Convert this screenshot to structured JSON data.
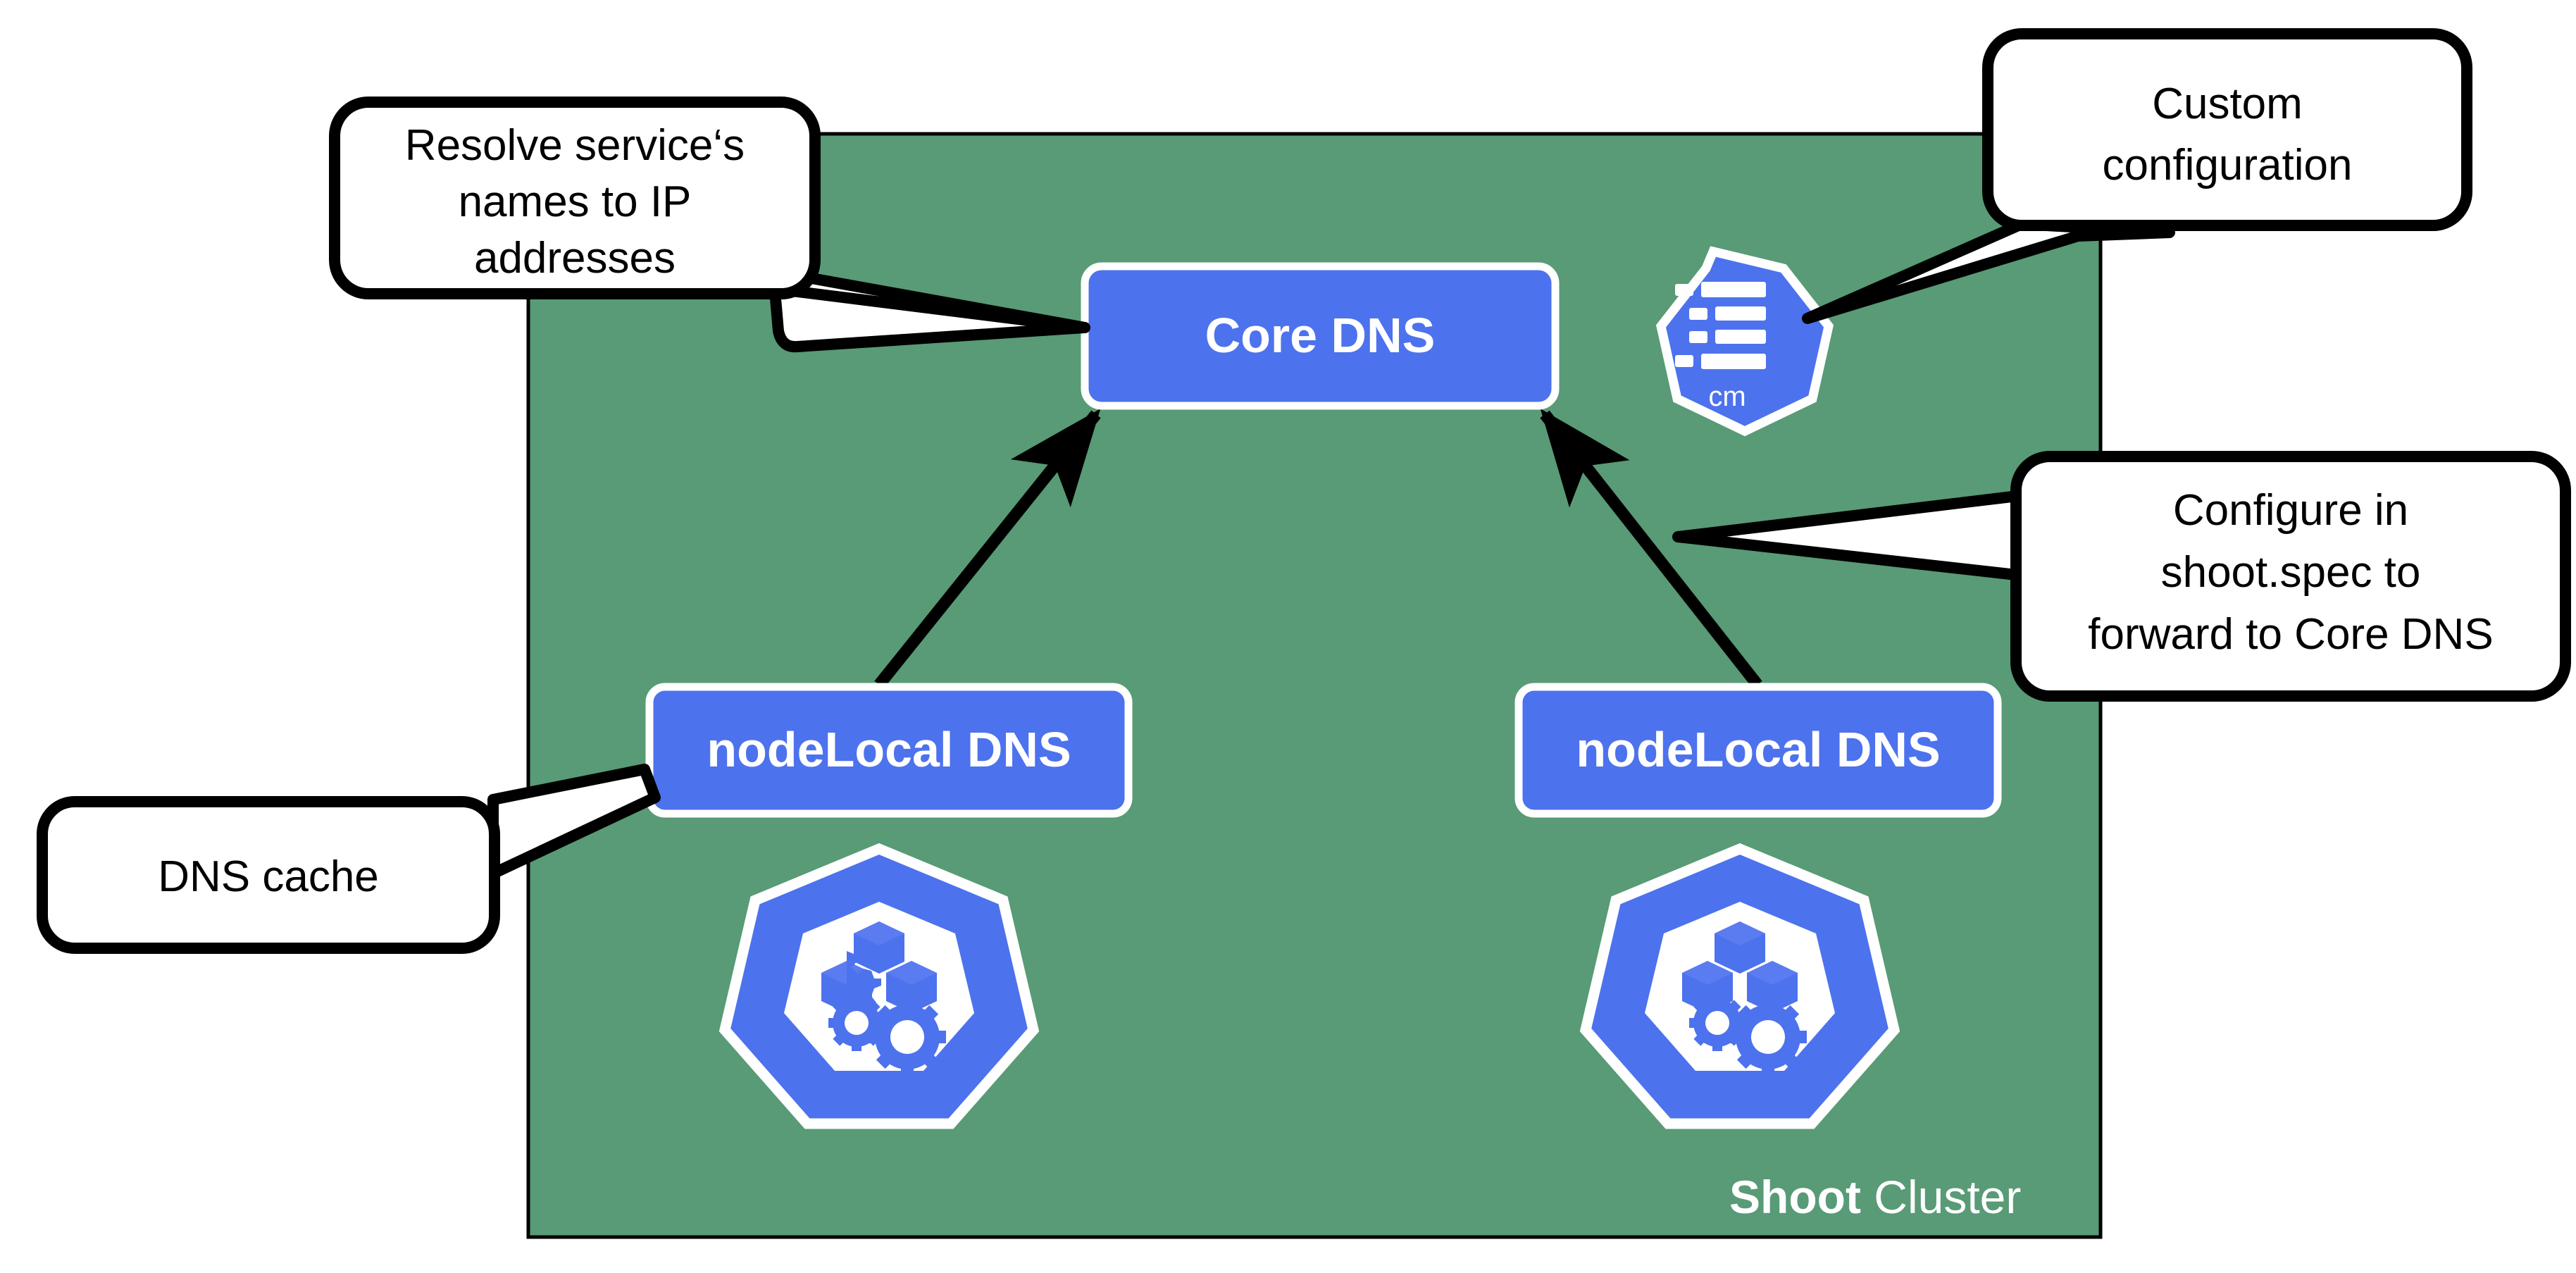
{
  "diagram": {
    "title": "Shoot Cluster DNS architecture",
    "colors": {
      "cluster_green": "#589b76",
      "node_blue": "#4a6ee8",
      "box_blue": "#4d72ed",
      "white": "#ffffff",
      "black": "#000000"
    },
    "cluster": {
      "label_bold": "Shoot",
      "label_regular": " Cluster"
    },
    "boxes": [
      {
        "id": "core-dns",
        "label": "Core DNS"
      },
      {
        "id": "nodelocal-dns-left",
        "label": "nodeLocal DNS"
      },
      {
        "id": "nodelocal-dns-right",
        "label": "nodeLocal DNS"
      }
    ],
    "icons": [
      {
        "id": "configmap",
        "name": "configmap-icon",
        "caption": "cm"
      },
      {
        "id": "node-left",
        "name": "kubernetes-node-icon",
        "caption": ""
      },
      {
        "id": "node-right",
        "name": "kubernetes-node-icon",
        "caption": ""
      }
    ],
    "callouts": [
      {
        "id": "resolve-service-names",
        "lines": [
          "Resolve service‘s",
          "names to IP",
          "addresses"
        ]
      },
      {
        "id": "custom-configuration",
        "lines": [
          "Custom",
          "configuration"
        ]
      },
      {
        "id": "configure-shoot-spec",
        "lines": [
          "Configure in",
          "shoot.spec to",
          "forward to Core DNS"
        ]
      },
      {
        "id": "dns-cache",
        "lines": [
          "DNS cache"
        ]
      }
    ],
    "connections": [
      {
        "from": "nodelocal-dns-left",
        "to": "core-dns"
      },
      {
        "from": "nodelocal-dns-right",
        "to": "core-dns"
      }
    ]
  }
}
